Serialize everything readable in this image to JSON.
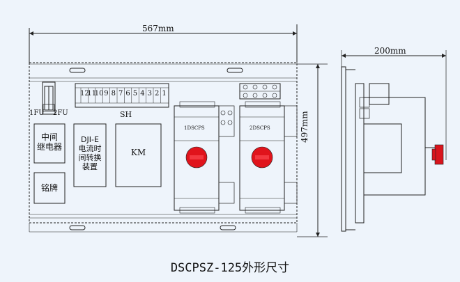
{
  "caption": "DSCPSZ-125外形尺寸",
  "dimensions": {
    "width_front": "567mm",
    "height": "497mm",
    "depth_side": "200mm"
  },
  "labels": {
    "fuse1": "1FU",
    "fuse2": "2FU",
    "terminal_strip": "SH",
    "terminal_numbers": [
      "12",
      "11",
      "10",
      "9",
      "8",
      "7",
      "6",
      "5",
      "4",
      "3",
      "2",
      "1"
    ],
    "relay": "中间\n继电器",
    "transfer_device": "DJI-E\n电流时\n间转换\n装置",
    "contactor": "KM",
    "nameplate": "铭牌",
    "switch1": "1DSCPS",
    "switch2": "2DSCPS"
  },
  "colors": {
    "line": "#222222",
    "background": "#eef4fb",
    "knob_red": "#e0141c",
    "handle_red": "#d8141c"
  }
}
